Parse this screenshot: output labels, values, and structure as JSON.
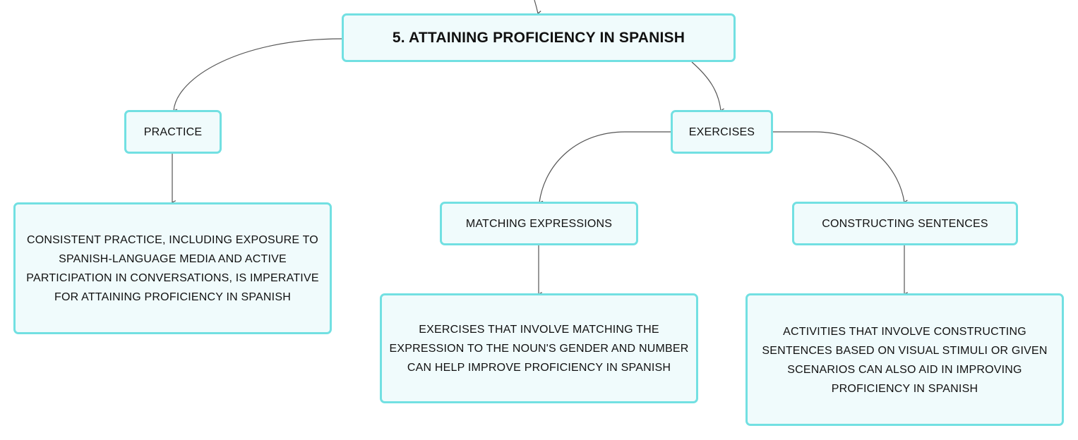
{
  "root": {
    "label": "5. ATTAINING PROFICIENCY IN SPANISH"
  },
  "practice": {
    "label": "PRACTICE",
    "detail": [
      "CONSISTENT PRACTICE, INCLUDING EXPOSURE TO",
      "SPANISH-LANGUAGE MEDIA AND ACTIVE",
      "PARTICIPATION IN CONVERSATIONS, IS IMPERATIVE",
      "FOR ATTAINING PROFICIENCY IN SPANISH"
    ]
  },
  "exercises": {
    "label": "EXERCISES",
    "matching": {
      "label": "MATCHING EXPRESSIONS",
      "detail": [
        "EXERCISES THAT INVOLVE MATCHING THE",
        "EXPRESSION TO THE NOUN'S GENDER AND NUMBER",
        "CAN HELP IMPROVE PROFICIENCY IN SPANISH"
      ]
    },
    "constructing": {
      "label": "CONSTRUCTING SENTENCES",
      "detail": [
        "ACTIVITIES THAT INVOLVE CONSTRUCTING",
        "SENTENCES BASED ON VISUAL STIMULI OR GIVEN",
        "SCENARIOS CAN ALSO AID IN IMPROVING",
        "PROFICIENCY IN SPANISH"
      ]
    }
  },
  "colors": {
    "border": "#72e0e2",
    "fill": "#f0fbfc",
    "link": "#555555"
  }
}
